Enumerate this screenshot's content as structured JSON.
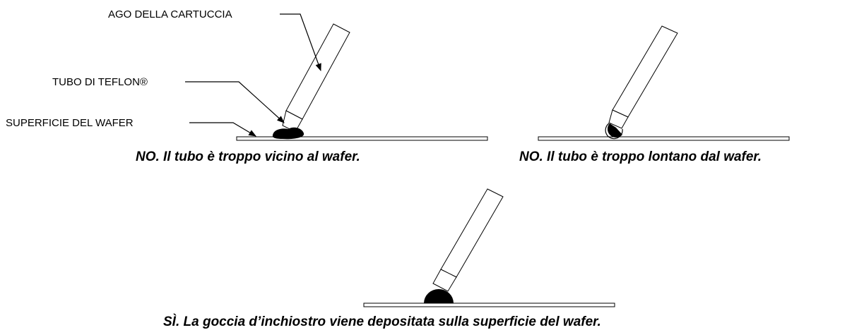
{
  "labels": {
    "needle": "AGO DELLA CARTUCCIA",
    "tube": "TUBO DI TEFLON®",
    "surface": "SUPERFICIE DEL WAFER"
  },
  "captions": {
    "too_close": "NO. Il tubo è troppo vicino al wafer.",
    "too_far": "NO. Il tubo è troppo lontano dal wafer.",
    "correct": "SÌ. La goccia d’inchiostro viene depositata sulla superficie del wafer."
  }
}
